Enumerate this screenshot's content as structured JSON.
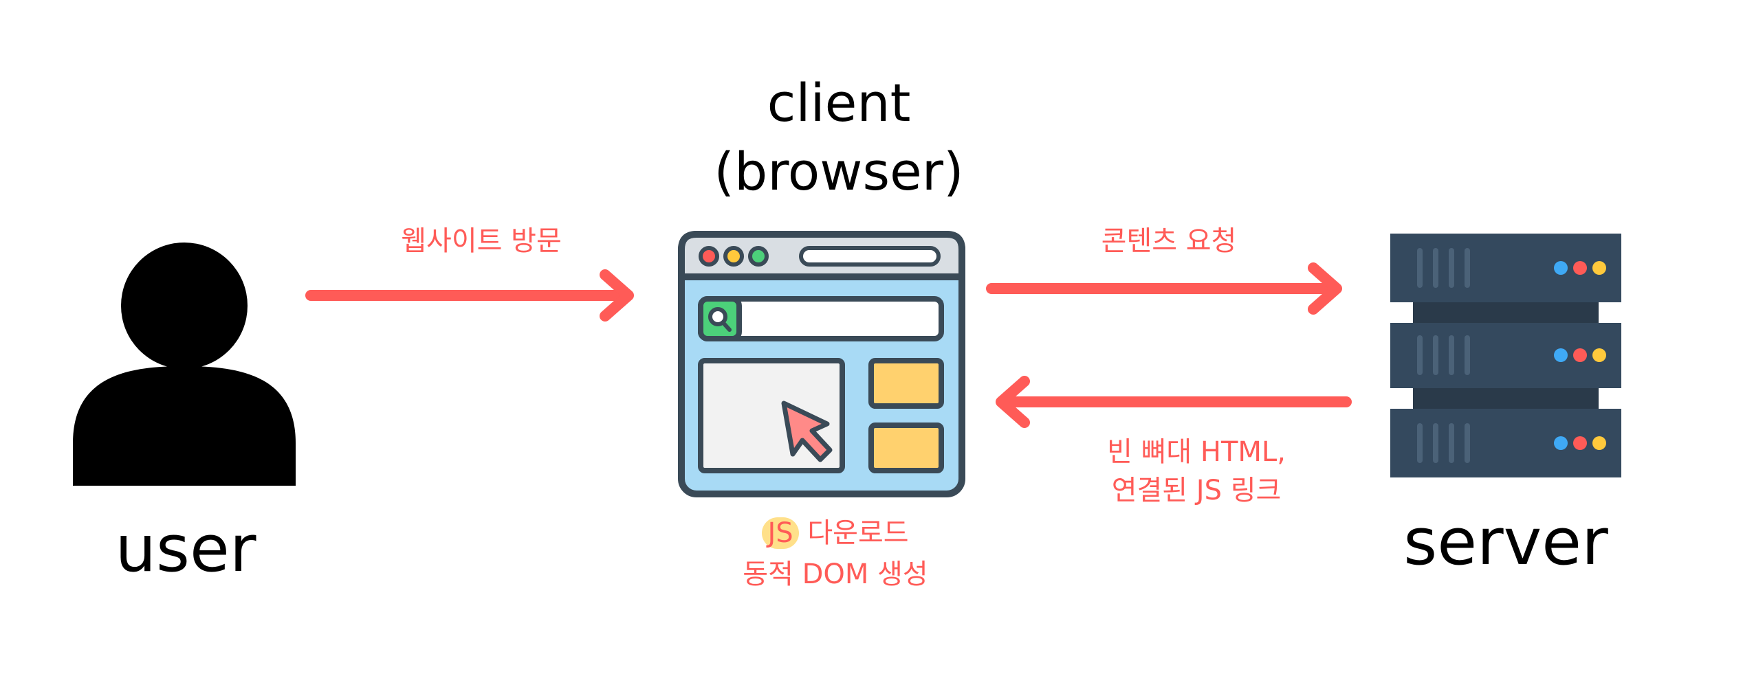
{
  "user": {
    "label": "user"
  },
  "client": {
    "line1": "client",
    "line2": "(browser)"
  },
  "server": {
    "label": "server"
  },
  "arrows": {
    "visit": "웹사이트 방문",
    "request": "콘텐츠 요청",
    "response_line1": "빈 뼈대 HTML,",
    "response_line2": "연결된 JS 링크"
  },
  "client_note": {
    "js": "JS",
    "download": "다운로드",
    "dom_line": "동적 DOM 생성"
  },
  "colors": {
    "accent": "#ff5b57",
    "browser_frame": "#3a4a57",
    "browser_body": "#a8daf5",
    "panel_yellow": "#ffd16e",
    "server_dark": "#34495e",
    "led_blue": "#3fa9f5",
    "led_red": "#ff5b57",
    "led_yellow": "#ffc93c"
  },
  "icons": [
    "user-icon",
    "browser-window-icon",
    "search-icon",
    "cursor-icon",
    "server-icon"
  ]
}
